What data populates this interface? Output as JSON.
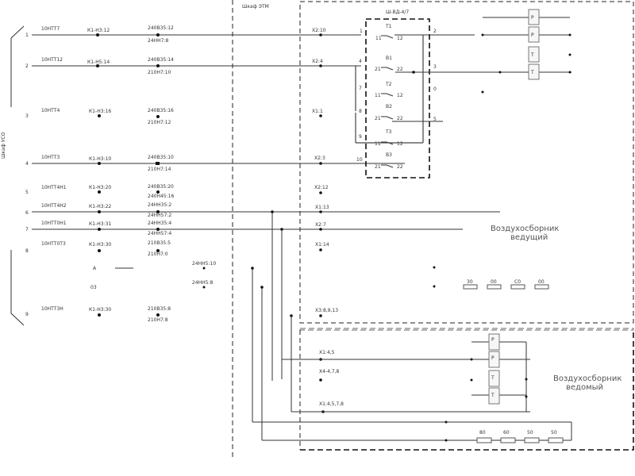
{
  "diagram": {
    "cabinet_label": "Шкаф ЭТМ",
    "inner_block_label": "Ш-ВД-4/7",
    "left_rows": [
      {
        "num": "1",
        "tag": "10НТТ7",
        "point": "К1-Н3:12",
        "upper": "240В35:12",
        "lower": "24НН7:8"
      },
      {
        "num": "2",
        "tag": "10НТТ12",
        "point": "К1-Н5:14",
        "upper": "240В35:14",
        "lower": "210Н7:10"
      },
      {
        "num": "3",
        "tag": "10НТТ4",
        "point": "К1-Н3:16",
        "upper": "240В35:16",
        "lower": "210Н7:12"
      },
      {
        "num": "4",
        "tag": "10НТТ3",
        "point": "К1-Н3:10",
        "upper": "240В35:10",
        "lower": "210Н7:14"
      },
      {
        "num": "5",
        "tag": "10НТТ4Н1",
        "point": "К1-Н3:20",
        "upper": "240В35:20",
        "lower": "240Н45:16"
      },
      {
        "num": "6",
        "tag": "10НТТ4Н2",
        "point": "К1-Н3:22",
        "upper": "24НН35:2",
        "lower": "24НН57:2"
      },
      {
        "num": "7",
        "tag": "10НТТ0Н1",
        "point": "К1-Н3:31",
        "upper": "24НН35:4",
        "lower": "24НН57:4"
      },
      {
        "num": "8",
        "tag": "10НТТ0Т3",
        "point": "К1-Н3:30",
        "upper": "210В35:5",
        "lower": "210Н7:0"
      },
      {
        "num": "9",
        "tag": "10НТТ3Н",
        "point": "К1-Н3:30",
        "upper": "210В35:8",
        "lower": "210Н7:8"
      }
    ],
    "misc_labels": {
      "row8_a": "А",
      "row8_b": "03",
      "mid_1": "24НН5:10",
      "mid_2": "24НН5:8",
      "side_group": "Шкаф УСО"
    },
    "cabinet_terminals": [
      {
        "label": "Х2:10"
      },
      {
        "label": "Х2:4"
      },
      {
        "label": "Х1:1"
      },
      {
        "label": "Х2:3"
      },
      {
        "label": "Х2:12"
      },
      {
        "label": "Х1:13"
      },
      {
        "label": "Х2:7"
      },
      {
        "label": "Х1:14"
      },
      {
        "label": "Х3:8,9,13"
      }
    ],
    "switch_contacts": [
      {
        "pin_in": "1",
        "pin_out": "2",
        "name": "Т1",
        "c1": "11",
        "c2": "12"
      },
      {
        "pin_in": "4",
        "pin_out": "3",
        "name": "В1",
        "c1": "21",
        "c2": "22"
      },
      {
        "pin_in": "7",
        "pin_out": "0",
        "name": "Т2",
        "c1": "11",
        "c2": "12"
      },
      {
        "pin_in": "8",
        "pin_out": "5",
        "name": "В2",
        "c1": "21",
        "c2": "22"
      },
      {
        "pin_in": "9",
        "pin_out": "",
        "name": "Т3",
        "c1": "11",
        "c2": "12"
      },
      {
        "pin_in": "10",
        "pin_out": "",
        "name": "В3",
        "c1": "21",
        "c2": "22"
      }
    ],
    "upper_panel": {
      "title_line1": "Воздухосборник",
      "title_line2": "ведущий",
      "relays": [
        "Р",
        "Р",
        "Т",
        "Т"
      ],
      "resistors": [
        "30",
        "00",
        "C0",
        "00"
      ]
    },
    "lower_panel": {
      "title_line1": "Воздухосборник",
      "title_line2": "ведомый",
      "terminals": [
        "Х1:4,5",
        "Х4-4,7,8",
        "Х1:4,5,7,8"
      ],
      "relays": [
        "Р",
        "Р",
        "Т",
        "Т"
      ],
      "resistors": [
        "80",
        "60",
        "50",
        "50"
      ]
    }
  }
}
